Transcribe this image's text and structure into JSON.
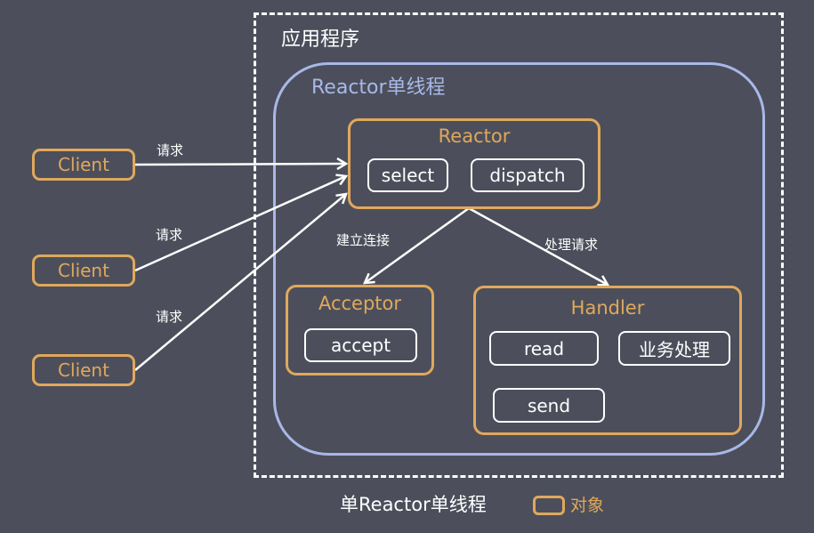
{
  "diagram": {
    "title": "单Reactor单线程",
    "application_label": "应用程序",
    "thread_label": "Reactor单线程",
    "clients": [
      {
        "label": "Client",
        "request_label": "请求"
      },
      {
        "label": "Client",
        "request_label": "请求"
      },
      {
        "label": "Client",
        "request_label": "请求"
      }
    ],
    "reactor": {
      "title": "Reactor",
      "methods": [
        "select",
        "dispatch"
      ]
    },
    "acceptor": {
      "title": "Acceptor",
      "methods": [
        "accept"
      ]
    },
    "handler": {
      "title": "Handler",
      "methods": [
        "read",
        "业务处理",
        "send"
      ]
    },
    "edges": {
      "to_acceptor": "建立连接",
      "to_handler": "处理请求"
    },
    "legend": {
      "object_label": "对象"
    },
    "colors": {
      "background": "#4c4f5b",
      "object_border": "#e0a85c",
      "thread_border": "#a8b8e8",
      "line": "#ffffff"
    }
  }
}
